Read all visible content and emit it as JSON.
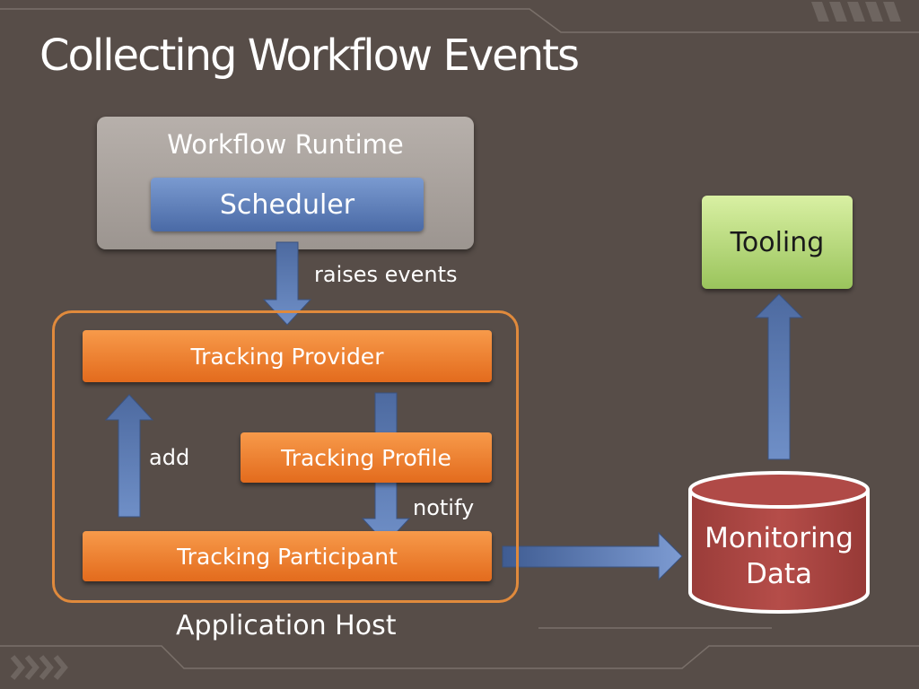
{
  "slide": {
    "title": "Collecting Workflow Events",
    "background": "#574d48"
  },
  "diagram": {
    "runtime": {
      "label": "Workflow Runtime",
      "scheduler": "Scheduler"
    },
    "host": {
      "label": "Application Host",
      "tracking_provider": "Tracking Provider",
      "tracking_profile": "Tracking Profile",
      "tracking_participant": "Tracking Participant"
    },
    "edges": {
      "raises": "raises events",
      "add": "add",
      "notify": "notify"
    },
    "tooling": "Tooling",
    "monitoring": {
      "line1": "Monitoring",
      "line2": "Data"
    },
    "colors": {
      "orange": "#e8762a",
      "blue": "#4a6aa6",
      "green": "#9ac45c",
      "red": "#b04a47",
      "gray": "#a8a19c"
    }
  }
}
